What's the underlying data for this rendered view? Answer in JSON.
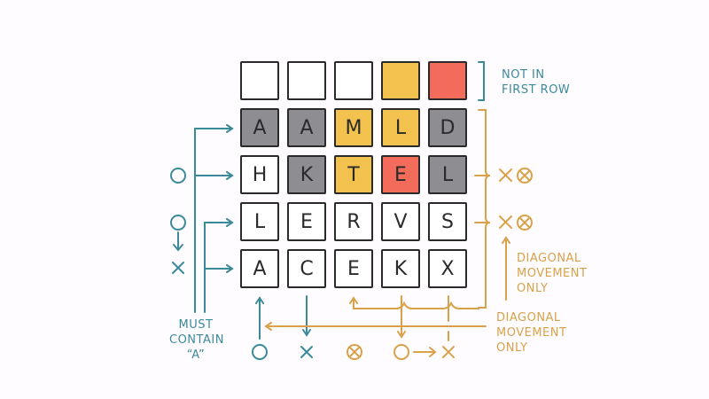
{
  "colors": {
    "white": "#ffffff",
    "gray": "#8e8e92",
    "yellow": "#f2c14e",
    "red": "#f26b5b",
    "teal": "#3b8a9a",
    "orange": "#d9a24a",
    "ink": "#2a2a2a"
  },
  "grid": {
    "rows": [
      {
        "cells": [
          {
            "letter": "",
            "state": "white"
          },
          {
            "letter": "",
            "state": "white"
          },
          {
            "letter": "",
            "state": "white"
          },
          {
            "letter": "",
            "state": "yellow"
          },
          {
            "letter": "",
            "state": "red"
          }
        ]
      },
      {
        "cells": [
          {
            "letter": "A",
            "state": "gray"
          },
          {
            "letter": "A",
            "state": "gray"
          },
          {
            "letter": "M",
            "state": "yellow"
          },
          {
            "letter": "L",
            "state": "yellow"
          },
          {
            "letter": "D",
            "state": "gray"
          }
        ]
      },
      {
        "cells": [
          {
            "letter": "H",
            "state": "white"
          },
          {
            "letter": "K",
            "state": "gray"
          },
          {
            "letter": "T",
            "state": "yellow"
          },
          {
            "letter": "E",
            "state": "red"
          },
          {
            "letter": "L",
            "state": "gray"
          }
        ]
      },
      {
        "cells": [
          {
            "letter": "L",
            "state": "white"
          },
          {
            "letter": "E",
            "state": "white"
          },
          {
            "letter": "R",
            "state": "white"
          },
          {
            "letter": "V",
            "state": "white"
          },
          {
            "letter": "S",
            "state": "white"
          }
        ]
      },
      {
        "cells": [
          {
            "letter": "A",
            "state": "white"
          },
          {
            "letter": "C",
            "state": "white"
          },
          {
            "letter": "E",
            "state": "white"
          },
          {
            "letter": "K",
            "state": "white"
          },
          {
            "letter": "X",
            "state": "white"
          }
        ]
      }
    ]
  },
  "annotations": {
    "not_in_first_row": "NOT IN\nFIRST ROW",
    "must_contain_a": "MUST\nCONTAIN\n“A”",
    "diagonal_right": "DIAGONAL\nMOVEMENT\nONLY",
    "diagonal_bottom": "DIAGONAL\nMOVEMENT\nONLY"
  },
  "symbols": {
    "left_row3": "circle",
    "left_row4_sequence": [
      "circle",
      "arrow-down",
      "x"
    ],
    "right_row3": [
      "x",
      "circled-x"
    ],
    "right_row4": [
      "x",
      "circled-x"
    ],
    "bottom": [
      "circle",
      "x",
      "circled-x",
      "circle-arrow-x"
    ]
  }
}
